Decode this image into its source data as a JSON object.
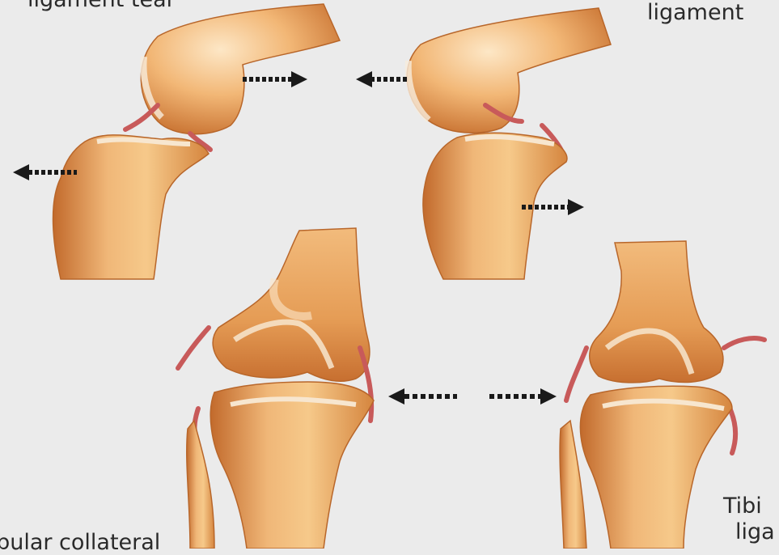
{
  "labels": {
    "top_left": "ligament tear",
    "top_right": "ligament",
    "bottom_left": "Fibular collateral",
    "bottom_right_line1": "Tibi",
    "bottom_right_line2": "liga"
  },
  "colors": {
    "background": "#ebebeb",
    "bone_light": "#f6c98a",
    "bone_mid": "#e8a25c",
    "bone_dark": "#c26a2c",
    "cartilage": "#f4e4cf",
    "ligament": "#c85a5a",
    "arrow": "#1a1a1a"
  },
  "icons": {
    "arrow_left": "left-arrow-icon",
    "arrow_right": "right-arrow-icon"
  }
}
